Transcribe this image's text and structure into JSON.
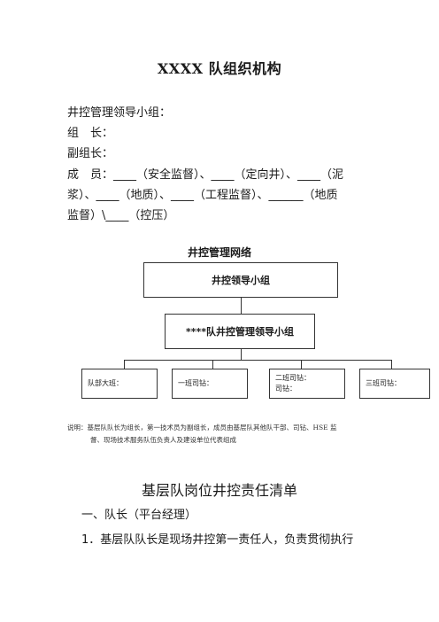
{
  "doc": {
    "title": "XXXX 队组织机构",
    "group_heading": "井控管理领导小组：",
    "leader": "组　长：",
    "deputy": "副组长：",
    "members_line1": "成　员：____（安全监督）、____（定向井）、____（泥",
    "members_line2": "浆）、____（地质）、____（工程监督）、______（地质",
    "members_line3": "监督）\\____（控压）"
  },
  "org_chart": {
    "title": "井控管理网络",
    "top_box": "井控领导小组",
    "mid_box": "****队井控管理领导小组",
    "leaves": [
      "队部大班：",
      "一班司钻：",
      "二班司钻：\n司钻：",
      "三班司钻："
    ]
  },
  "note": {
    "line1": "说明：基层队队长为组长，第一技术员为副组长，成员由基层队其他队干部、司钻、HSE 监",
    "line2": "督、现场技术服务队伍负责人及建设单位代表组成"
  },
  "section": {
    "title": "基层队岗位井控责任清单",
    "item1": "一、队长（平台经理）",
    "item2": "1．基层队队长是现场井控第一责任人，负责贯彻执行"
  }
}
